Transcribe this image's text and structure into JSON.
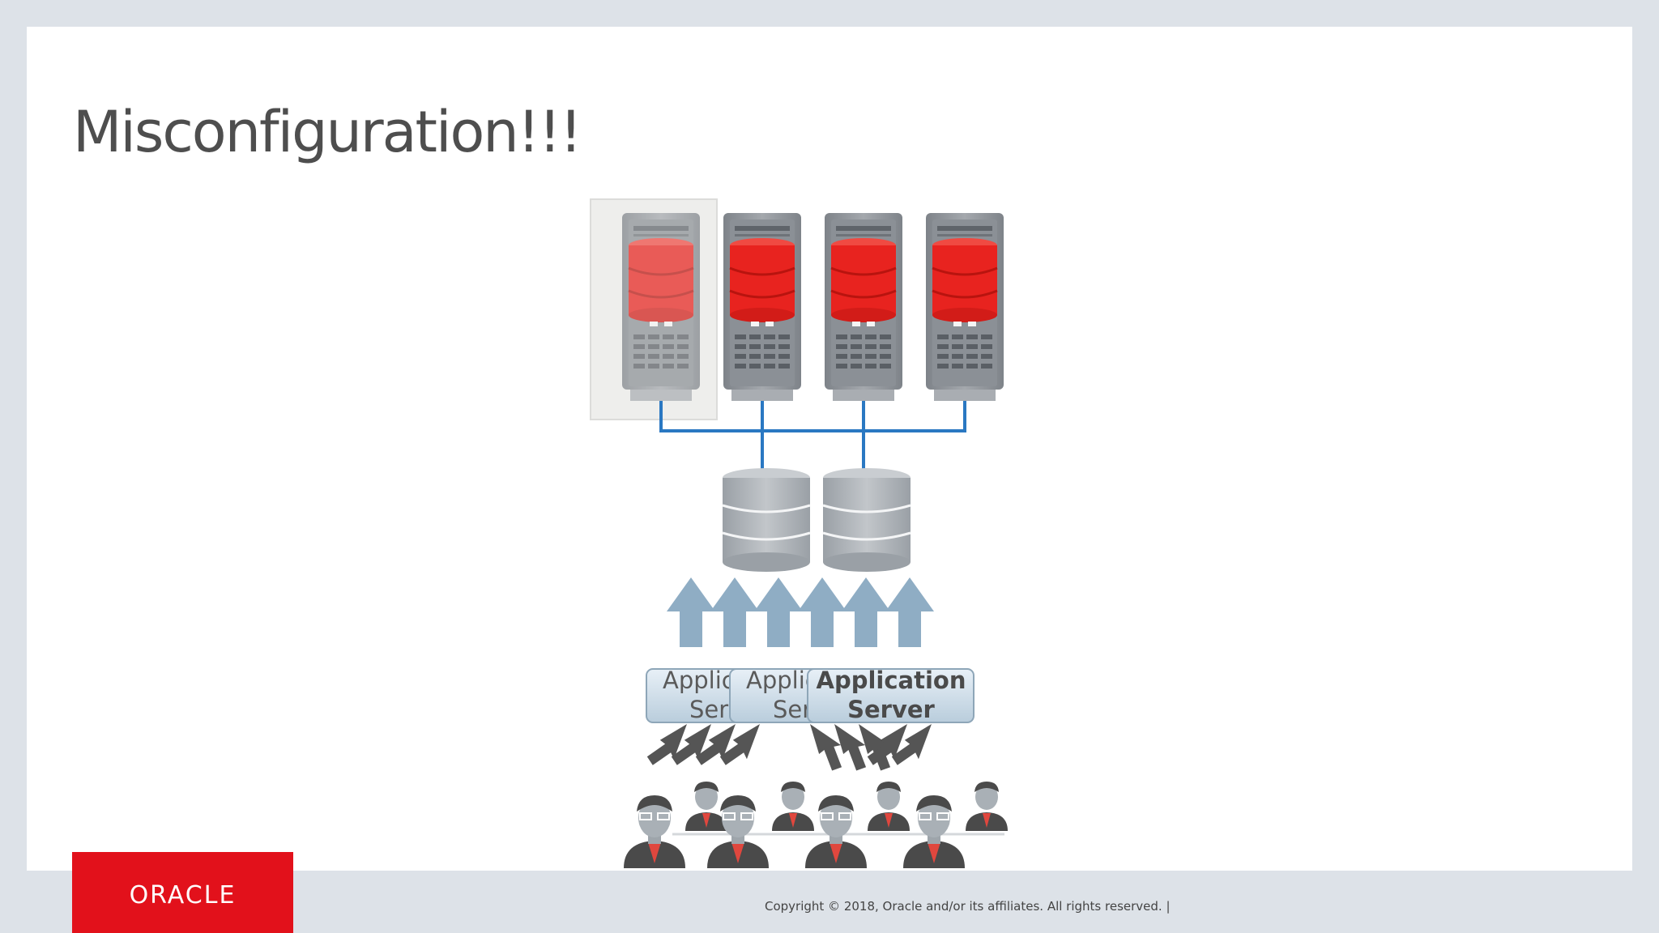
{
  "slide": {
    "title": "Misconfiguration!!!",
    "footer": "Copyright © 2018, Oracle and/or its affiliates. All rights reserved.  |"
  },
  "logo": {
    "text": "ORACLE",
    "color": "#e2111b"
  },
  "diagram": {
    "servers_count": 4,
    "highlighted_server_index": 0,
    "storage_count": 2,
    "arrow_up_count": 6,
    "app_servers": [
      {
        "line1": "Applic",
        "line2": "Ser"
      },
      {
        "line1": "Applic",
        "line2": "Ser"
      },
      {
        "line1": "Application",
        "line2": "Server"
      }
    ],
    "colors": {
      "db_red": "#e8231f",
      "server_grey": "#9a9ea4",
      "connector_blue": "#2a78c2",
      "up_arrow": "#8fadc4",
      "cursor_arrow": "#555555",
      "user_tie": "#e0473e"
    }
  }
}
